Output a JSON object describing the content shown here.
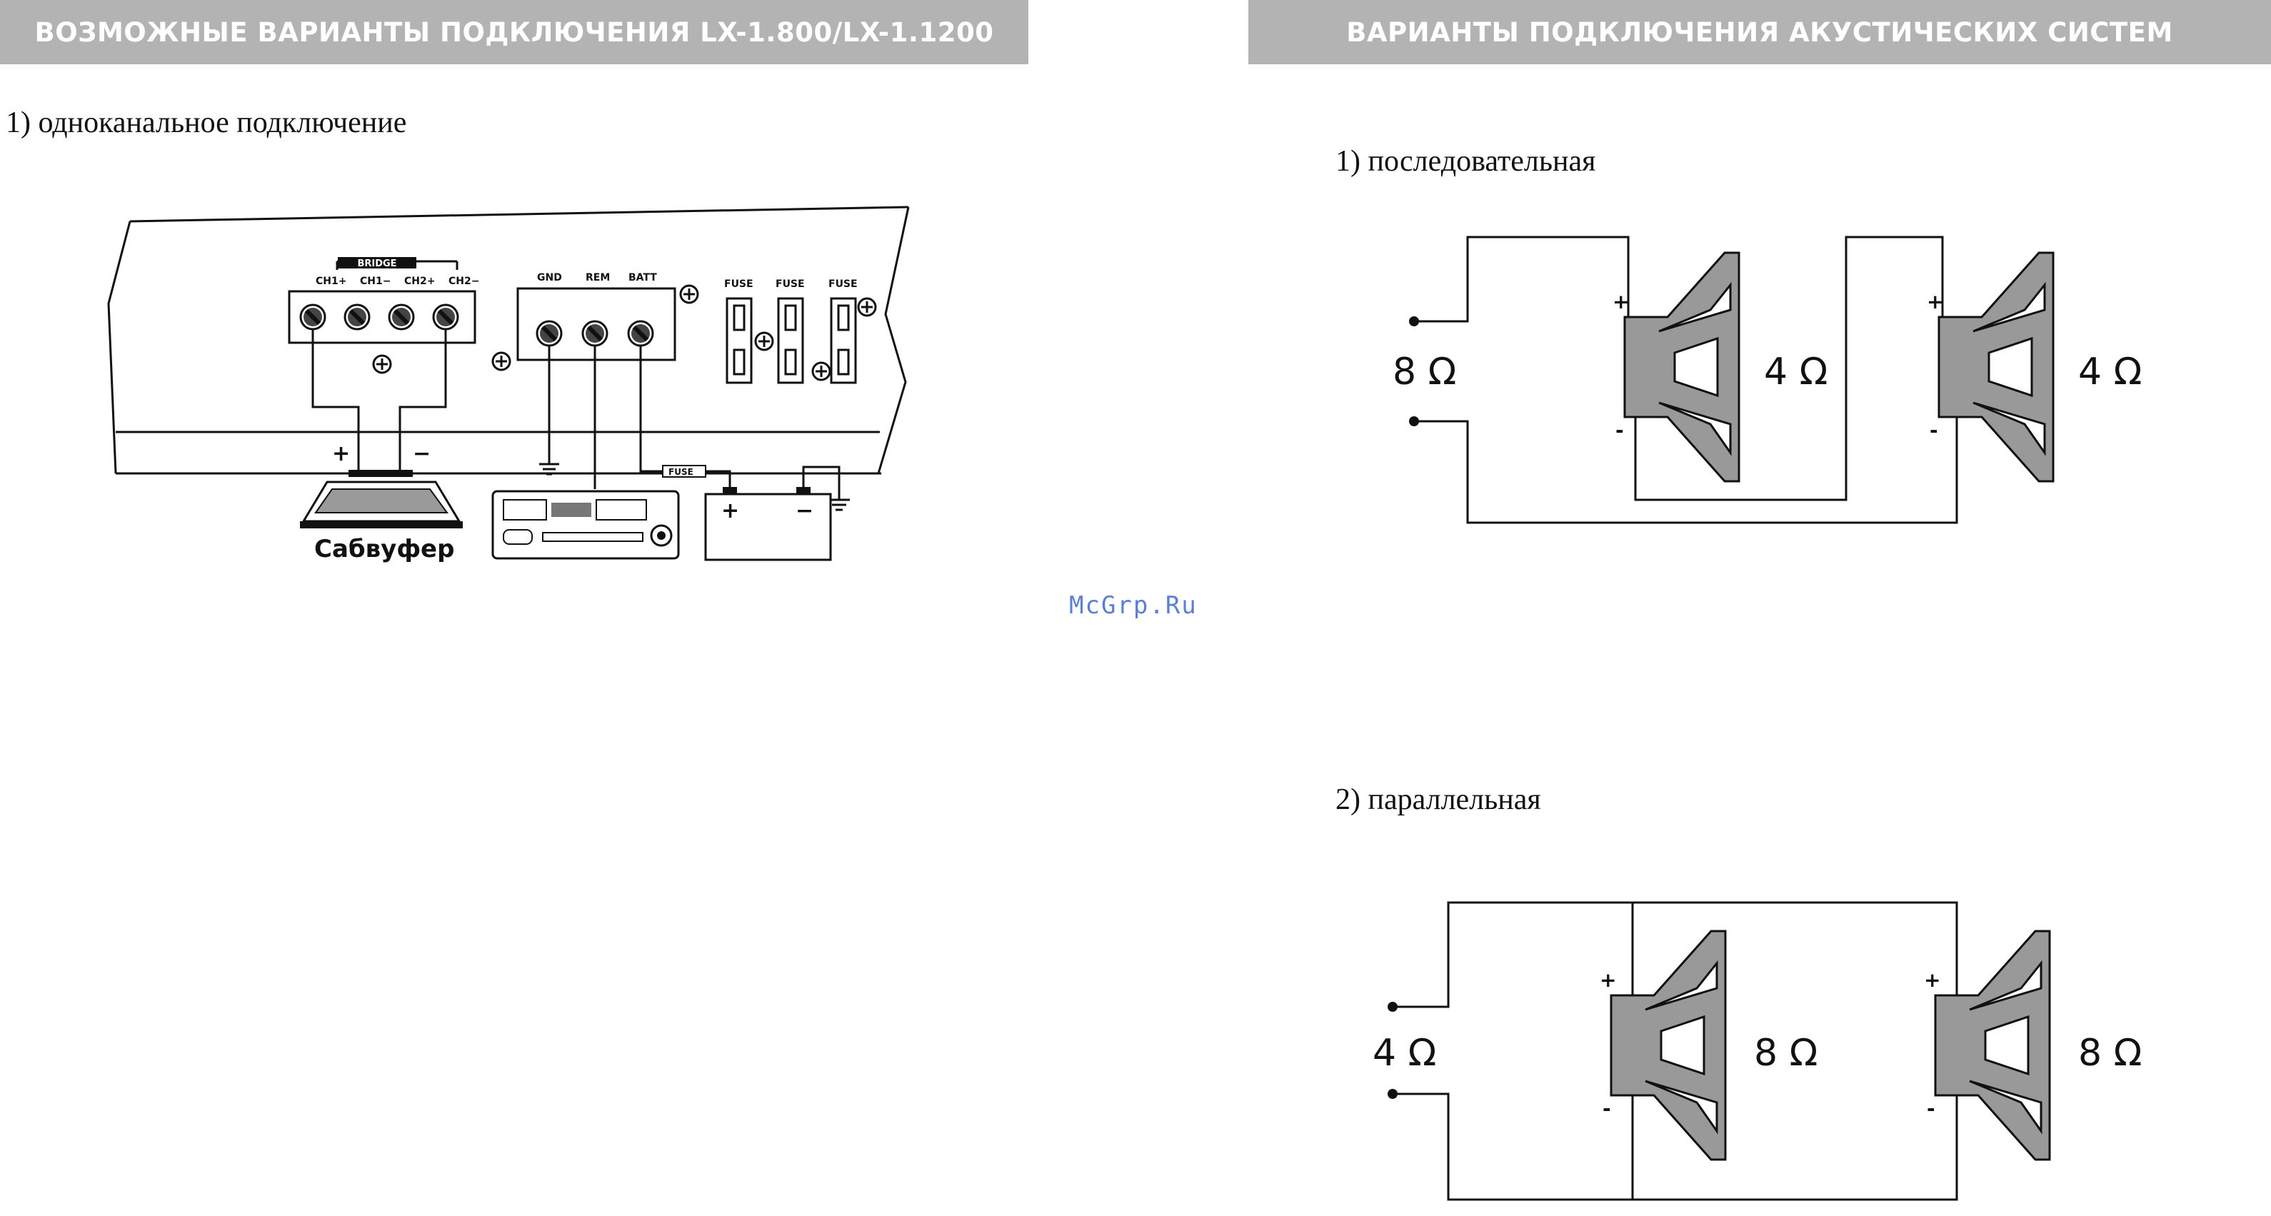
{
  "left_header": "ВОЗМОЖНЫЕ ВАРИАНТЫ ПОДКЛЮЧЕНИЯ LX-1.800/LX-1.1200",
  "right_header": "ВАРИАНТЫ ПОДКЛЮЧЕНИЯ АКУСТИЧЕСКИХ СИСТЕМ",
  "single_channel_title": "1) одноканальное подключение",
  "series_title": "1) последовательная",
  "parallel_title": "2) параллельная",
  "watermark": "McGrp.Ru",
  "amp_panel": {
    "bridge": "BRIDGE",
    "ch1_plus": "CH1+",
    "ch1_minus": "CH1−",
    "ch2_plus": "CH2+",
    "ch2_minus": "CH2−",
    "gnd": "GND",
    "rem": "REM",
    "batt": "BATT",
    "fuse": "FUSE",
    "plus": "+",
    "minus": "−",
    "subwoofer": "Сабвуфер"
  },
  "series": {
    "total": "8 Ω",
    "speaker1": "4 Ω",
    "speaker2": "4 Ω",
    "plus": "+",
    "minus": "-"
  },
  "parallel": {
    "total": "4 Ω",
    "speaker1": "8 Ω",
    "speaker2": "8 Ω",
    "plus": "+",
    "minus": "-"
  }
}
